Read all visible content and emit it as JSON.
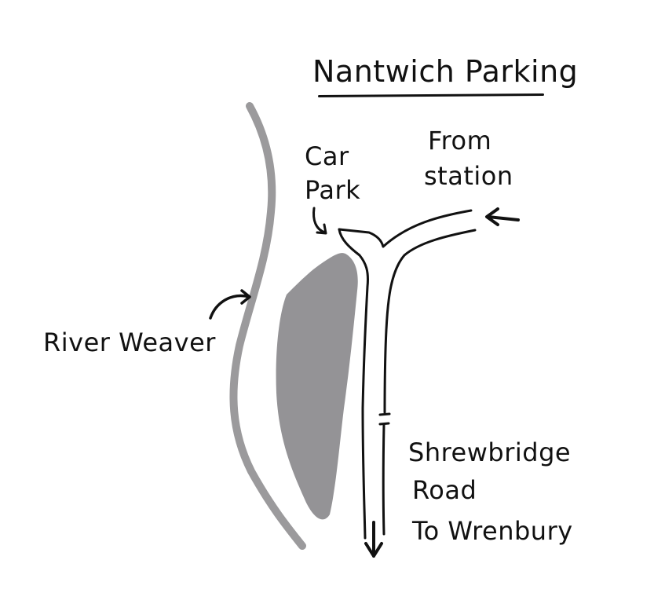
{
  "title": "Nantwich Parking",
  "labels": {
    "car_park_line1": "Car",
    "car_park_line2": "Park",
    "from_station_line1": "From",
    "from_station_line2": "station",
    "river": "River Weaver",
    "road_line1": "Shrewbridge",
    "road_line2": "Road",
    "road_line3": "To Wrenbury"
  },
  "colors": {
    "river": "#9b9a9c",
    "car_park_fill": "#949396",
    "ink": "#111111"
  }
}
